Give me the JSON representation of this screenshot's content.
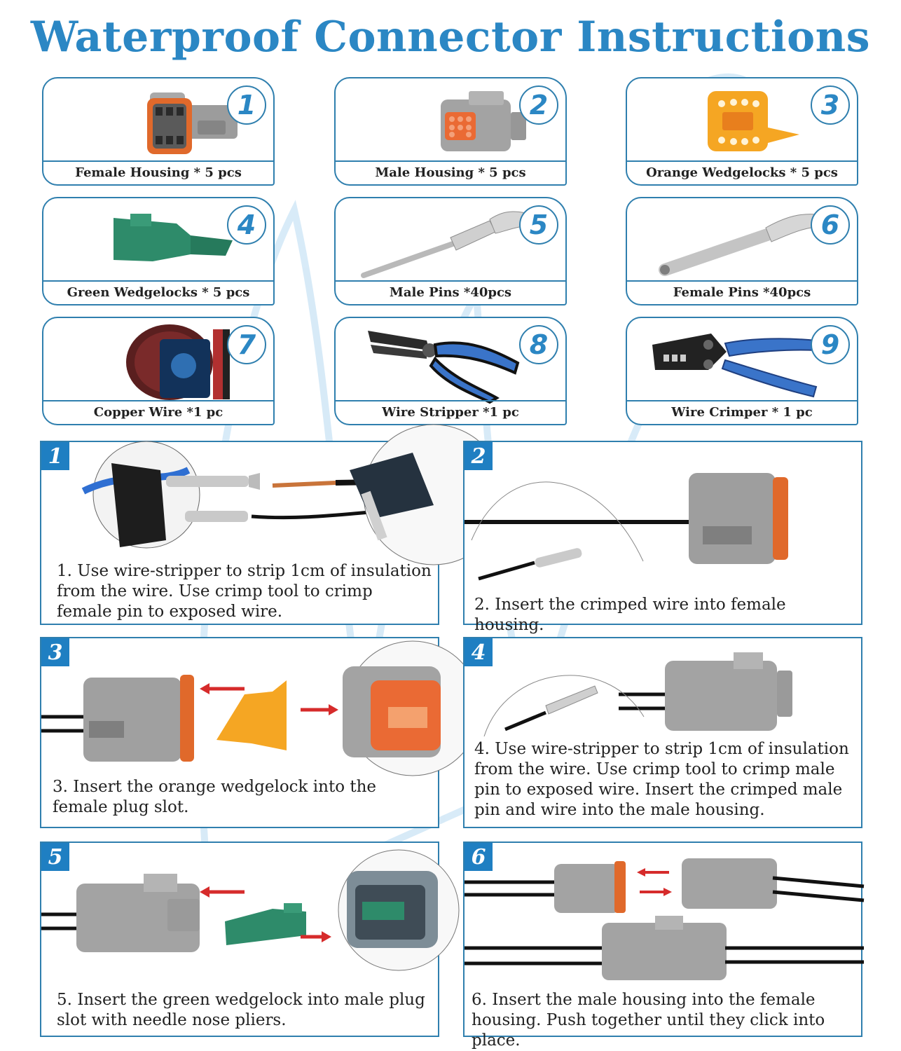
{
  "title": "Waterproof Connector Instructions",
  "items": [
    {
      "number": "1",
      "label": "Female Housing * 5 pcs"
    },
    {
      "number": "2",
      "label": "Male Housing * 5 pcs"
    },
    {
      "number": "3",
      "label": "Orange Wedgelocks * 5 pcs"
    },
    {
      "number": "4",
      "label": "Green Wedgelocks * 5 pcs"
    },
    {
      "number": "5",
      "label": "Male Pins *40pcs"
    },
    {
      "number": "6",
      "label": "Female Pins *40pcs"
    },
    {
      "number": "7",
      "label": "Copper Wire *1 pc"
    },
    {
      "number": "8",
      "label": "Wire Stripper *1 pc"
    },
    {
      "number": "9",
      "label": "Wire Crimper  * 1 pc"
    }
  ],
  "steps": [
    {
      "number": "1",
      "text": "1. Use wire-stripper to strip 1cm of insulation from the wire. Use crimp tool to crimp female pin to exposed wire."
    },
    {
      "number": "2",
      "text": "2. Insert the crimped wire into female housing."
    },
    {
      "number": "3",
      "text": "3. Insert the orange wedgelock into the female plug slot."
    },
    {
      "number": "4",
      "text": "4. Use wire-stripper to strip 1cm of insulation from the wire. Use crimp tool to crimp male pin to exposed wire. Insert the crimped male pin and wire into the male housing."
    },
    {
      "number": "5",
      "text": "5. Insert the green wedgelock into male plug slot with needle nose pliers."
    },
    {
      "number": "6",
      "text": "6. Insert the male housing into the female housing. Push together until they click into place."
    }
  ],
  "colors": {
    "title_blue": "#2b87c4",
    "border_blue": "#2f7fae",
    "badge_blue": "#1f7fc2",
    "connector_gray": "#9a9a9a",
    "seal_orange": "#e06a2c",
    "wedge_orange": "#f5a623",
    "wedge_green": "#2e8b6a",
    "tool_blue": "#3a74c9",
    "arrow_red": "#d62b2b"
  }
}
